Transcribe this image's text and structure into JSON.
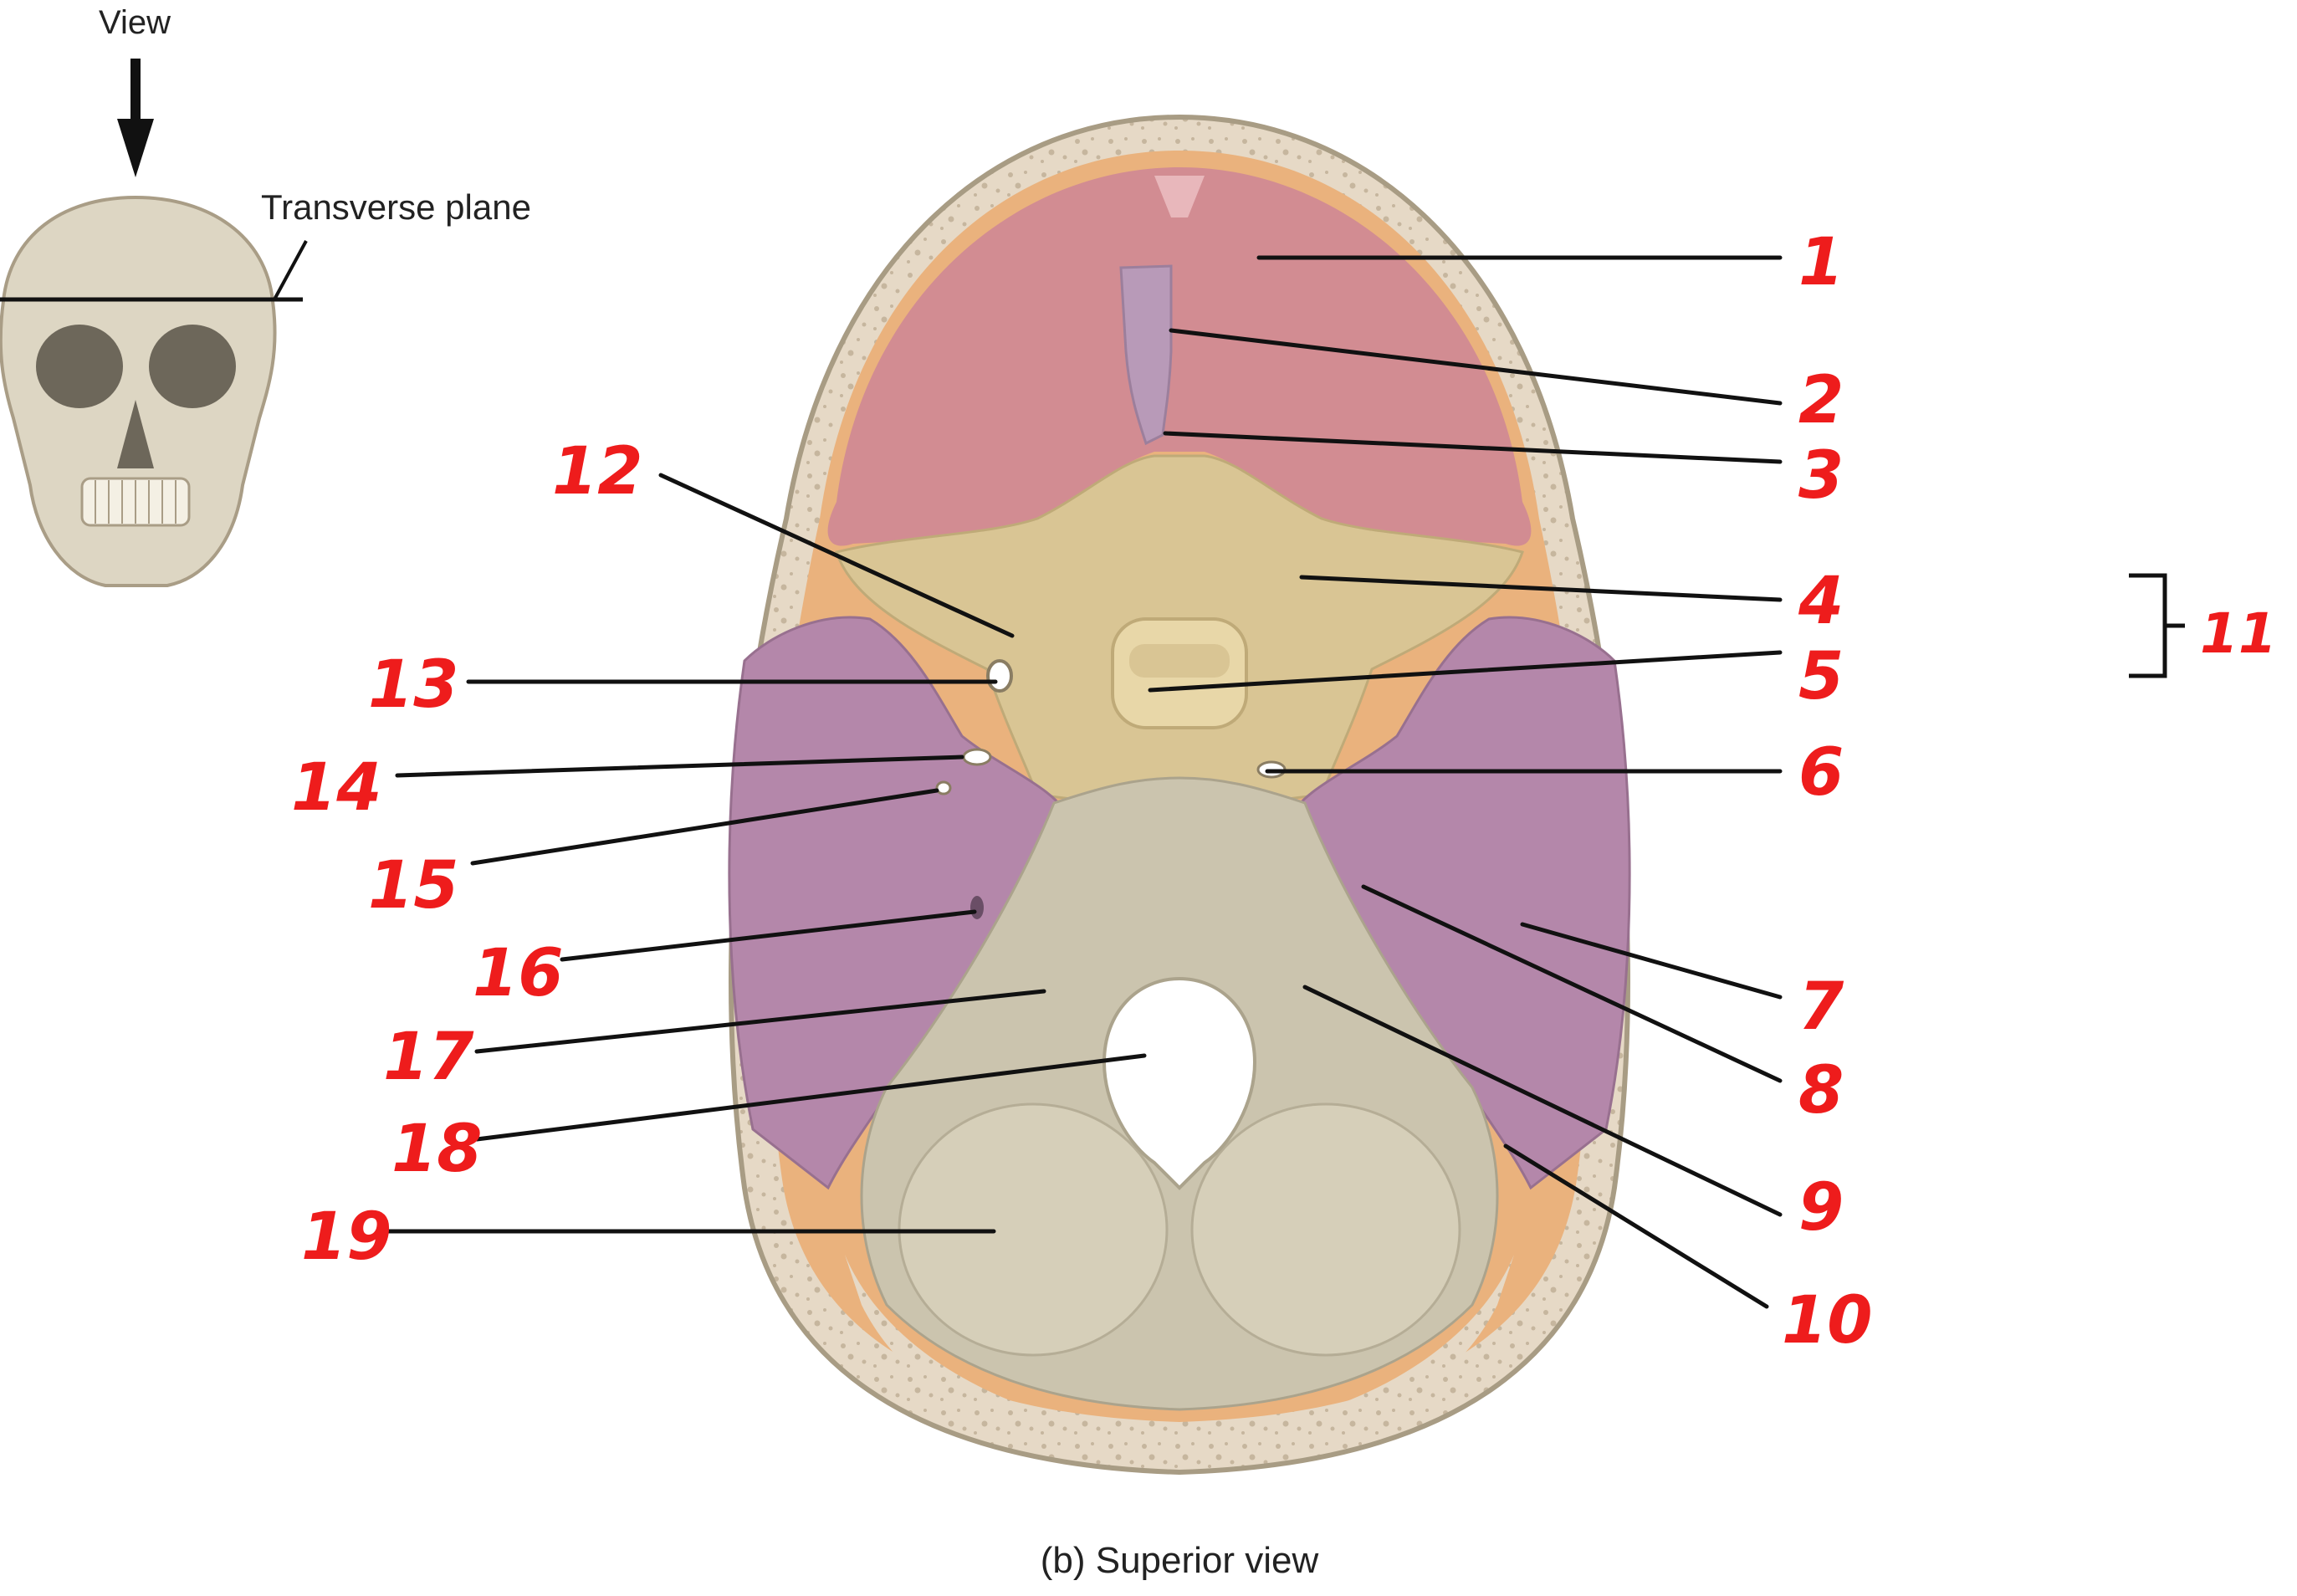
{
  "inset": {
    "view_label": "View",
    "plane_label": "Transverse plane"
  },
  "caption": "(b) Superior view",
  "labels": [
    {
      "id": "1",
      "text": "1"
    },
    {
      "id": "2",
      "text": "2"
    },
    {
      "id": "3",
      "text": "3"
    },
    {
      "id": "4",
      "text": "4"
    },
    {
      "id": "5",
      "text": "5"
    },
    {
      "id": "6",
      "text": "6"
    },
    {
      "id": "7",
      "text": "7"
    },
    {
      "id": "8",
      "text": "8"
    },
    {
      "id": "9",
      "text": "9"
    },
    {
      "id": "10",
      "text": "10"
    },
    {
      "id": "11",
      "text": "11"
    },
    {
      "id": "12",
      "text": "12"
    },
    {
      "id": "13",
      "text": "13"
    },
    {
      "id": "14",
      "text": "14"
    },
    {
      "id": "15",
      "text": "15"
    },
    {
      "id": "16",
      "text": "16"
    },
    {
      "id": "17",
      "text": "17"
    },
    {
      "id": "18",
      "text": "18"
    },
    {
      "id": "19",
      "text": "19"
    }
  ],
  "colors": {
    "frontal": "#d28c92",
    "frontal_rim": "#dc9aa2",
    "sphenoid": "#d9c594",
    "ethmoid": "#b89ab8",
    "temporal": "#b487aa",
    "parietal": "#eab27d",
    "occipital": "#cbc4ae",
    "skull_outline": "#b8ab92",
    "label_red": "#ee1c1c",
    "leader": "#111111"
  }
}
